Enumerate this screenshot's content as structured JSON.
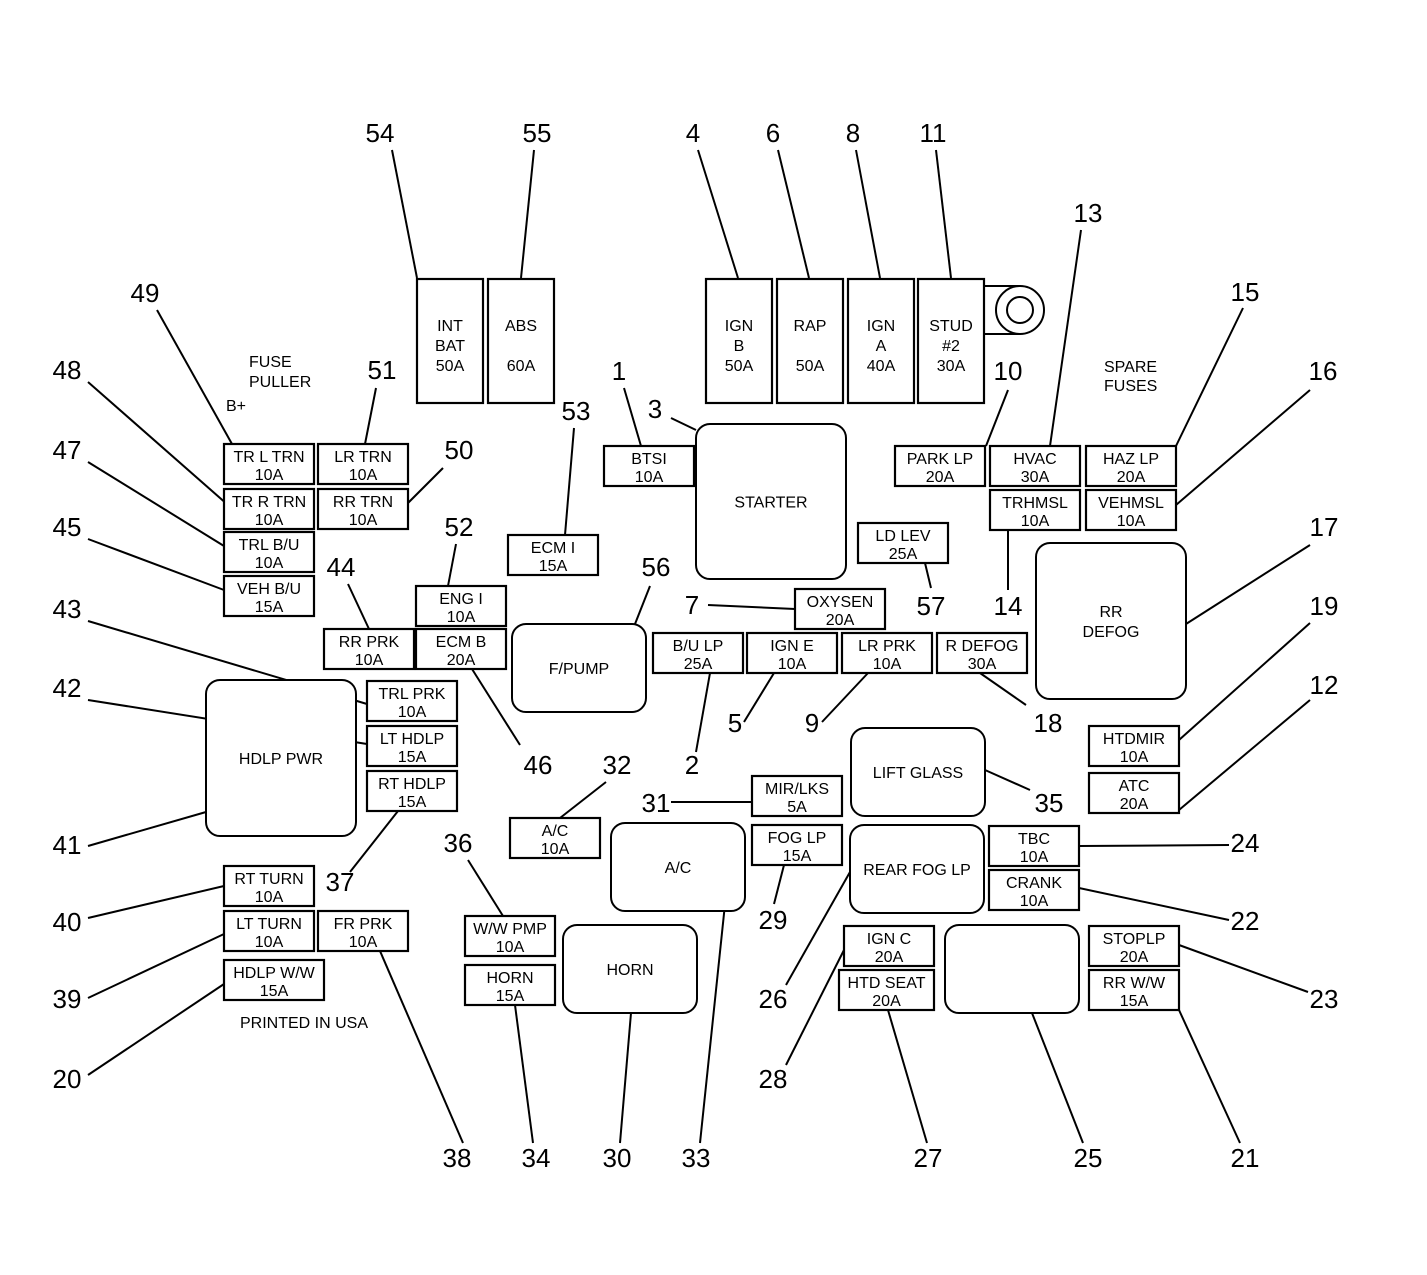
{
  "labels": {
    "fuse_puller": [
      "FUSE",
      "PULLER"
    ],
    "b_plus": "B+",
    "spare_fuses": [
      "SPARE",
      "FUSES"
    ],
    "printed": "PRINTED IN USA"
  },
  "fuses": [
    {
      "id": "f54",
      "text": [
        "INT",
        "BAT",
        "50A"
      ]
    },
    {
      "id": "f55",
      "text": [
        "ABS",
        "",
        "60A"
      ]
    },
    {
      "id": "f4",
      "text": [
        "IGN",
        "B",
        "50A"
      ]
    },
    {
      "id": "f6",
      "text": [
        "RAP",
        "",
        "50A"
      ]
    },
    {
      "id": "f8",
      "text": [
        "IGN",
        "A",
        "40A"
      ]
    },
    {
      "id": "f11",
      "text": [
        "STUD",
        "#2",
        "30A"
      ]
    },
    {
      "id": "f49",
      "text": [
        "TR L TRN",
        "10A"
      ]
    },
    {
      "id": "f51",
      "text": [
        "LR TRN",
        "10A"
      ]
    },
    {
      "id": "f48",
      "text": [
        "TR R TRN",
        "10A"
      ]
    },
    {
      "id": "f50",
      "text": [
        "RR TRN",
        "10A"
      ]
    },
    {
      "id": "f47",
      "text": [
        "TRL B/U",
        "10A"
      ]
    },
    {
      "id": "f45",
      "text": [
        "VEH B/U",
        "15A"
      ]
    },
    {
      "id": "f1",
      "text": [
        "BTSI",
        "10A"
      ]
    },
    {
      "id": "f53",
      "text": [
        "ECM I",
        "15A"
      ]
    },
    {
      "id": "f52",
      "text": [
        "ENG I",
        "10A"
      ]
    },
    {
      "id": "f46",
      "text": [
        "ECM B",
        "20A"
      ]
    },
    {
      "id": "f44",
      "text": [
        "RR PRK",
        "10A"
      ]
    },
    {
      "id": "f43",
      "text": [
        "TRL PRK",
        "10A"
      ]
    },
    {
      "id": "f42",
      "text": [
        "LT HDLP",
        "15A"
      ]
    },
    {
      "id": "f37",
      "text": [
        "RT HDLP",
        "15A"
      ]
    },
    {
      "id": "f2",
      "text": [
        "B/U LP",
        "25A"
      ]
    },
    {
      "id": "f5",
      "text": [
        "IGN E",
        "10A"
      ]
    },
    {
      "id": "f9",
      "text": [
        "LR PRK",
        "10A"
      ]
    },
    {
      "id": "f18",
      "text": [
        "R DEFOG",
        "30A"
      ]
    },
    {
      "id": "f7",
      "text": [
        "OXYSEN",
        "20A"
      ]
    },
    {
      "id": "f57",
      "text": [
        "LD LEV",
        "25A"
      ]
    },
    {
      "id": "f10",
      "text": [
        "PARK LP",
        "20A"
      ]
    },
    {
      "id": "f13",
      "text": [
        "HVAC",
        "30A"
      ]
    },
    {
      "id": "f15",
      "text": [
        "HAZ LP",
        "20A"
      ]
    },
    {
      "id": "f14",
      "text": [
        "TRHMSL",
        "10A"
      ]
    },
    {
      "id": "f16",
      "text": [
        "VEHMSL",
        "10A"
      ]
    },
    {
      "id": "f19",
      "text": [
        "HTDMIR",
        "10A"
      ]
    },
    {
      "id": "f12",
      "text": [
        "ATC",
        "20A"
      ]
    },
    {
      "id": "f31",
      "text": [
        "MIR/LKS",
        "5A"
      ]
    },
    {
      "id": "f29",
      "text": [
        "FOG LP",
        "15A"
      ]
    },
    {
      "id": "f24",
      "text": [
        "TBC",
        "10A"
      ]
    },
    {
      "id": "f22",
      "text": [
        "CRANK",
        "10A"
      ]
    },
    {
      "id": "f32",
      "text": [
        "A/C",
        "10A"
      ]
    },
    {
      "id": "f36",
      "text": [
        "W/W PMP",
        "10A"
      ]
    },
    {
      "id": "f34",
      "text": [
        "HORN",
        "15A"
      ]
    },
    {
      "id": "f28",
      "text": [
        "IGN C",
        "20A"
      ]
    },
    {
      "id": "f27",
      "text": [
        "HTD SEAT",
        "20A"
      ]
    },
    {
      "id": "f23",
      "text": [
        "STOPLP",
        "20A"
      ]
    },
    {
      "id": "f21",
      "text": [
        "RR W/W",
        "15A"
      ]
    },
    {
      "id": "f40",
      "text": [
        "RT TURN",
        "10A"
      ]
    },
    {
      "id": "f39",
      "text": [
        "LT TURN",
        "10A"
      ]
    },
    {
      "id": "f38",
      "text": [
        "FR PRK",
        "10A"
      ]
    },
    {
      "id": "f20",
      "text": [
        "HDLP W/W",
        "15A"
      ]
    }
  ],
  "relays": [
    {
      "id": "r3",
      "text": [
        "STARTER"
      ]
    },
    {
      "id": "r56",
      "text": [
        "F/PUMP"
      ]
    },
    {
      "id": "r41",
      "text": [
        "HDLP PWR"
      ]
    },
    {
      "id": "r17",
      "text": [
        "RR",
        "DEFOG"
      ]
    },
    {
      "id": "r35",
      "text": [
        "LIFT GLASS"
      ]
    },
    {
      "id": "r33",
      "text": [
        "A/C"
      ]
    },
    {
      "id": "r26",
      "text": [
        "REAR FOG LP"
      ]
    },
    {
      "id": "r30",
      "text": [
        "HORN"
      ]
    },
    {
      "id": "r25",
      "text": []
    }
  ],
  "callouts": [
    "54",
    "55",
    "4",
    "6",
    "8",
    "11",
    "13",
    "15",
    "49",
    "48",
    "51",
    "47",
    "50",
    "45",
    "53",
    "52",
    "1",
    "3",
    "10",
    "16",
    "44",
    "56",
    "7",
    "57",
    "14",
    "17",
    "43",
    "19",
    "42",
    "12",
    "46",
    "2",
    "5",
    "9",
    "18",
    "32",
    "31",
    "35",
    "41",
    "36",
    "24",
    "29",
    "37",
    "22",
    "40",
    "26",
    "39",
    "23",
    "28",
    "20",
    "38",
    "34",
    "30",
    "33",
    "27",
    "25",
    "21"
  ]
}
